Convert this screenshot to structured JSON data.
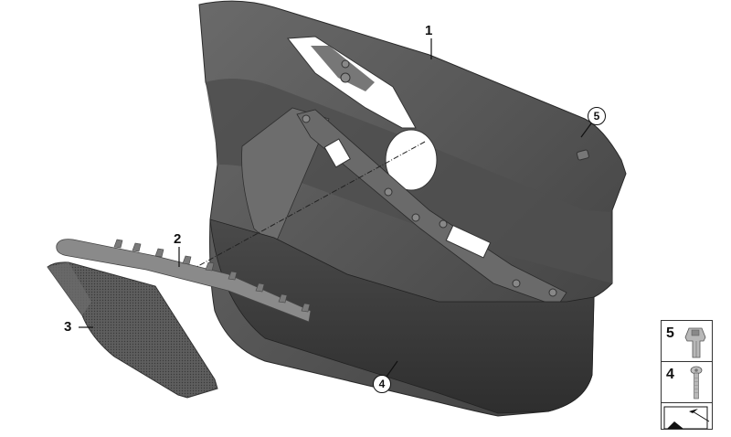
{
  "diagram": {
    "title": "Front door trim panel parts diagram",
    "callouts": [
      {
        "id": "1",
        "label": "1",
        "style": "plain",
        "part": "door-trim-panel"
      },
      {
        "id": "2",
        "label": "2",
        "style": "plain",
        "part": "trim-strip"
      },
      {
        "id": "3",
        "label": "3",
        "style": "plain",
        "part": "speaker-grille-cover"
      },
      {
        "id": "4",
        "label": "4",
        "style": "circled",
        "part": "screw"
      },
      {
        "id": "5",
        "label": "5",
        "style": "circled",
        "part": "clip-nut"
      }
    ],
    "legend": {
      "items": [
        {
          "label": "5",
          "part": "clip-nut"
        },
        {
          "label": "4",
          "part": "screw"
        },
        {
          "label": "",
          "part": "direction-arrow"
        }
      ]
    },
    "colors": {
      "panel_dark": "#3d3d3d",
      "panel_mid": "#565656",
      "panel_light": "#6e6e6e",
      "strip": "#8a8a8a",
      "grille": "#5a5a5a",
      "background": "#ffffff"
    }
  }
}
